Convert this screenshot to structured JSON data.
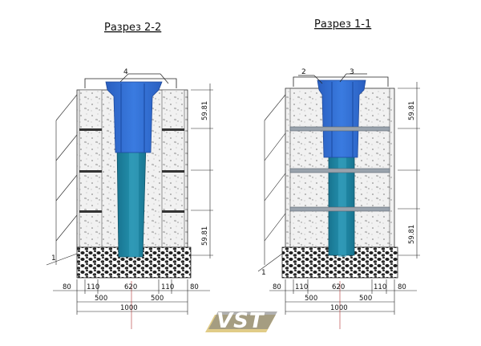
{
  "left_section": {
    "title": "Разрез 2-2",
    "callouts": [
      "4",
      "1"
    ],
    "side_dims": [
      "59.81",
      "59.81"
    ],
    "bottom_dims_row1": [
      "80",
      "110",
      "620",
      "110",
      "80"
    ],
    "bottom_dims_row2": [
      "500",
      "500"
    ],
    "bottom_dims_row3": [
      "1000"
    ]
  },
  "right_section": {
    "title": "Разрез 1-1",
    "callouts": [
      "2",
      "3",
      "1"
    ],
    "side_dims": [
      "59.81",
      "59.81"
    ],
    "bottom_dims_row1": [
      "80",
      "110",
      "620",
      "110",
      "80"
    ],
    "bottom_dims_row2": [
      "500",
      "500"
    ],
    "bottom_dims_row3": [
      "1000"
    ]
  },
  "logo": {
    "text": "VST"
  },
  "colors": {
    "column_blue": "#2f63c8",
    "column_blue_light": "#3f7fe6",
    "column_teal": "#1d7d9a",
    "concrete": "#efefef",
    "gravel": "#2a2a2a",
    "line": "#222222",
    "logo_gold": "#c9a227"
  }
}
